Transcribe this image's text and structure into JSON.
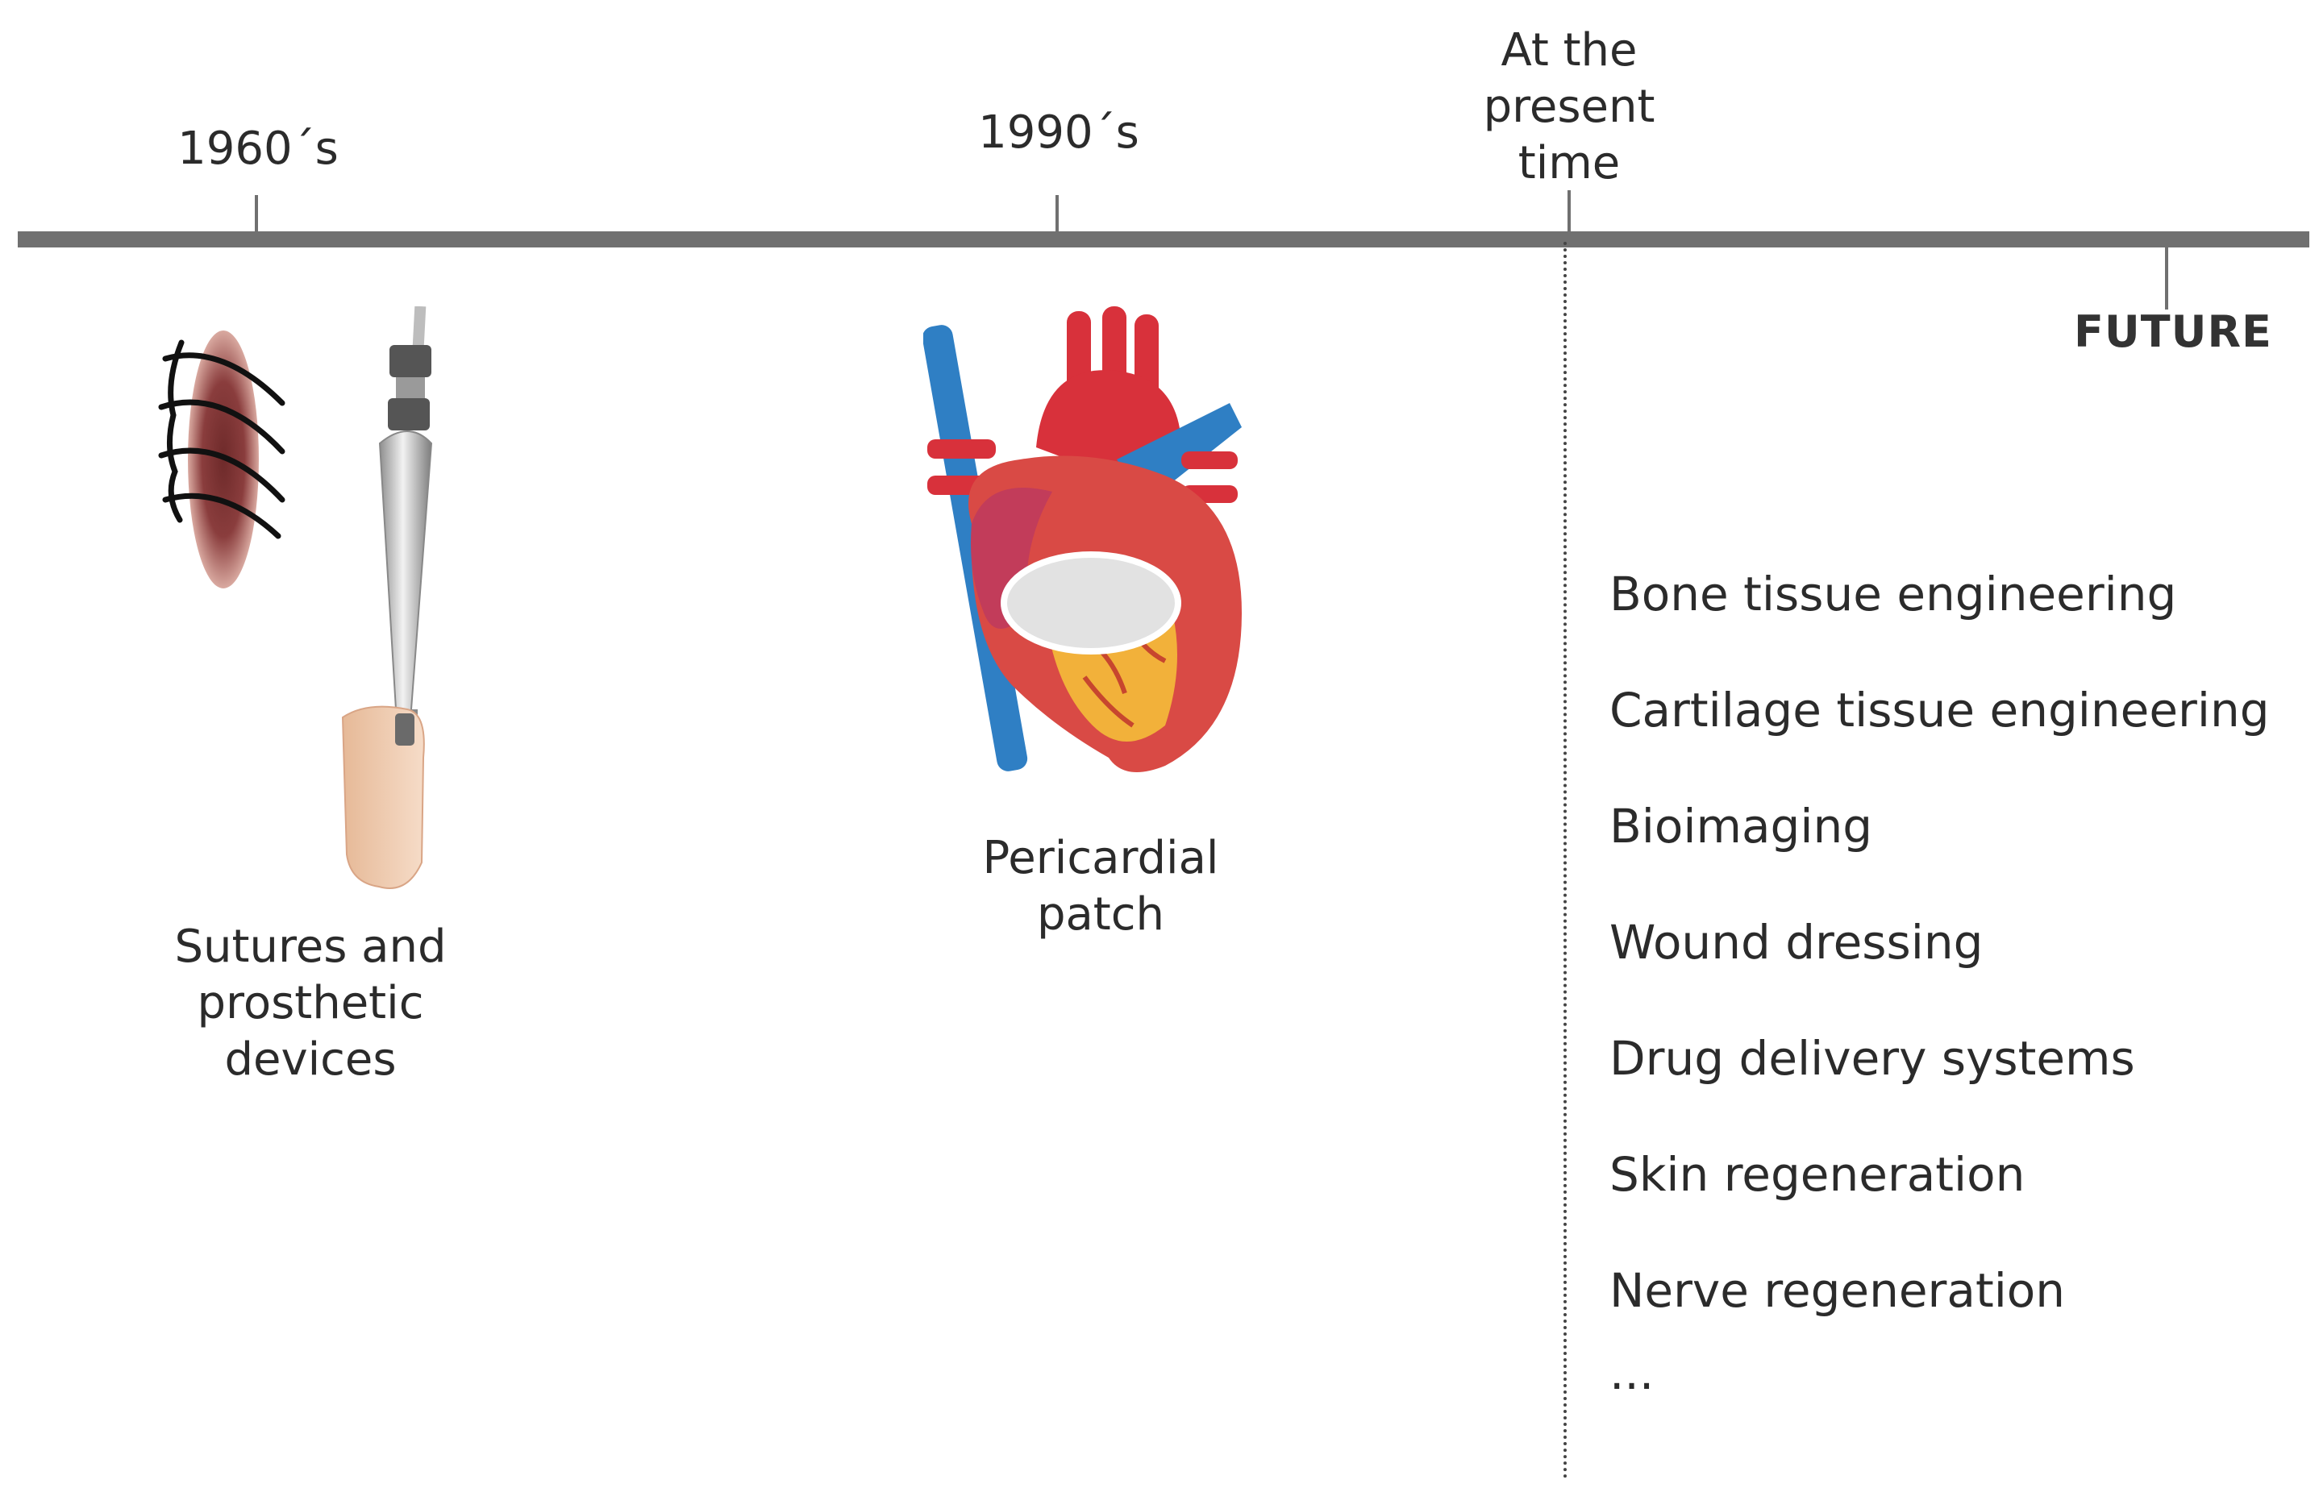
{
  "timeline": {
    "periods": [
      {
        "label": "1960´s"
      },
      {
        "label": "1990´s"
      },
      {
        "label": "At the present time"
      },
      {
        "label": "FUTURE"
      }
    ],
    "eras": [
      {
        "caption": "Sutures and prosthetic devices",
        "icons": [
          "suture-icon",
          "prosthetic-leg-icon"
        ]
      },
      {
        "caption": "Pericardial patch",
        "icons": [
          "heart-with-patch-icon"
        ]
      }
    ],
    "applications": [
      "Bone tissue engineering",
      "Cartilage tissue engineering",
      "Bioimaging",
      "Wound dressing",
      "Drug delivery systems",
      "Skin regeneration",
      "Nerve regeneration",
      "..."
    ]
  }
}
